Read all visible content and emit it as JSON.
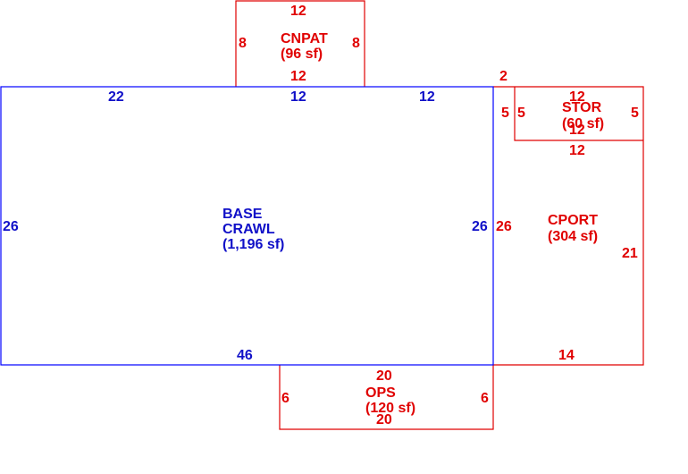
{
  "colors": {
    "base": "#0000ff",
    "addon": "#e00000"
  },
  "areas": {
    "base": {
      "name1": "BASE",
      "name2": "CRAWL",
      "area": "(1,196 sf)"
    },
    "cnpat": {
      "name": "CNPAT",
      "area": "(96 sf)"
    },
    "stor": {
      "name": "STOR",
      "area": "(60 sf)"
    },
    "cport": {
      "name": "CPORT",
      "area": "(304 sf)"
    },
    "ops": {
      "name": "OPS",
      "area": "(120 sf)"
    }
  },
  "dims": {
    "base_top_left": "22",
    "base_top_mid": "12",
    "base_top_right": "12",
    "base_left": "26",
    "base_right": "26",
    "base_bottom": "46",
    "cnpat_top": "12",
    "cnpat_left": "8",
    "cnpat_right": "8",
    "cnpat_bottom": "12",
    "gap": "2",
    "stor_top": "12",
    "stor_left_outer": "5",
    "stor_left": "5",
    "stor_right": "5",
    "stor_bottom": "12",
    "cport_top": "12",
    "cport_left": "26",
    "cport_right": "21",
    "cport_bottom": "14",
    "ops_top": "20",
    "ops_left": "6",
    "ops_right": "6",
    "ops_bottom": "20"
  }
}
